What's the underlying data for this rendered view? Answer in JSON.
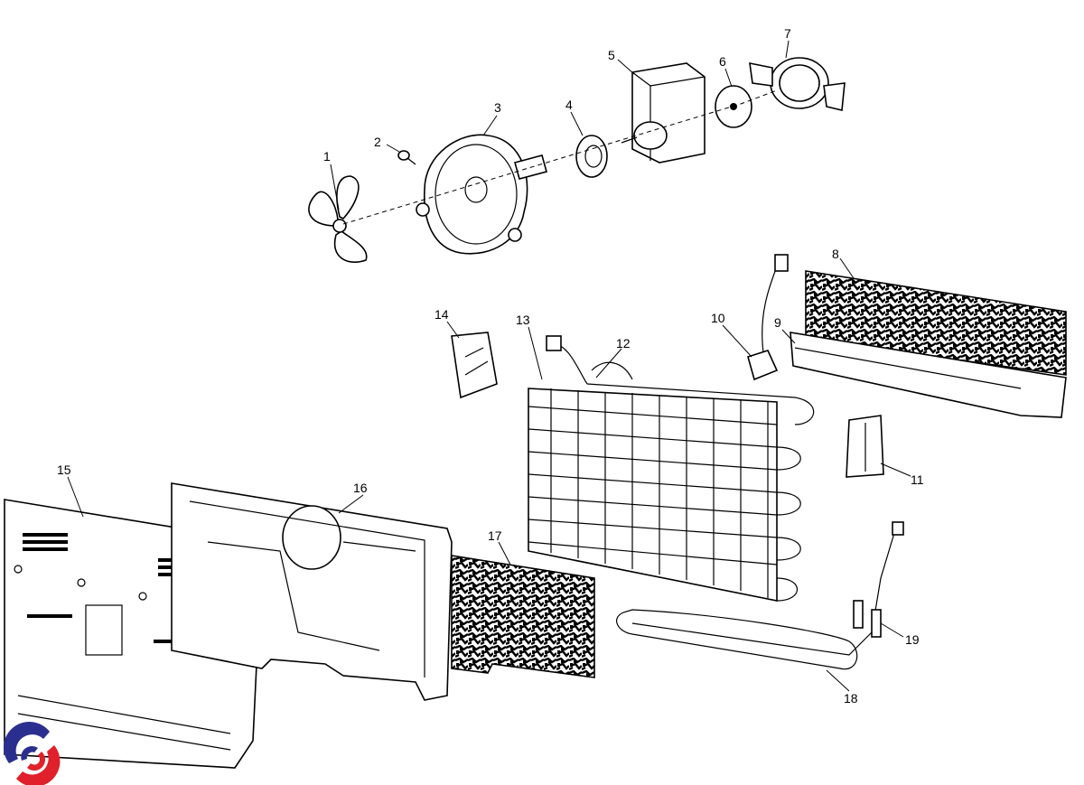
{
  "diagram": {
    "type": "exploded-parts-view",
    "callouts": [
      "1",
      "2",
      "3",
      "4",
      "5",
      "6",
      "7",
      "8",
      "9",
      "10",
      "11",
      "12",
      "13",
      "14",
      "15",
      "16",
      "17",
      "18",
      "19"
    ]
  },
  "colors": {
    "logo_blue": "#2a2f8f",
    "logo_red": "#e0202a",
    "line": "#000000"
  }
}
